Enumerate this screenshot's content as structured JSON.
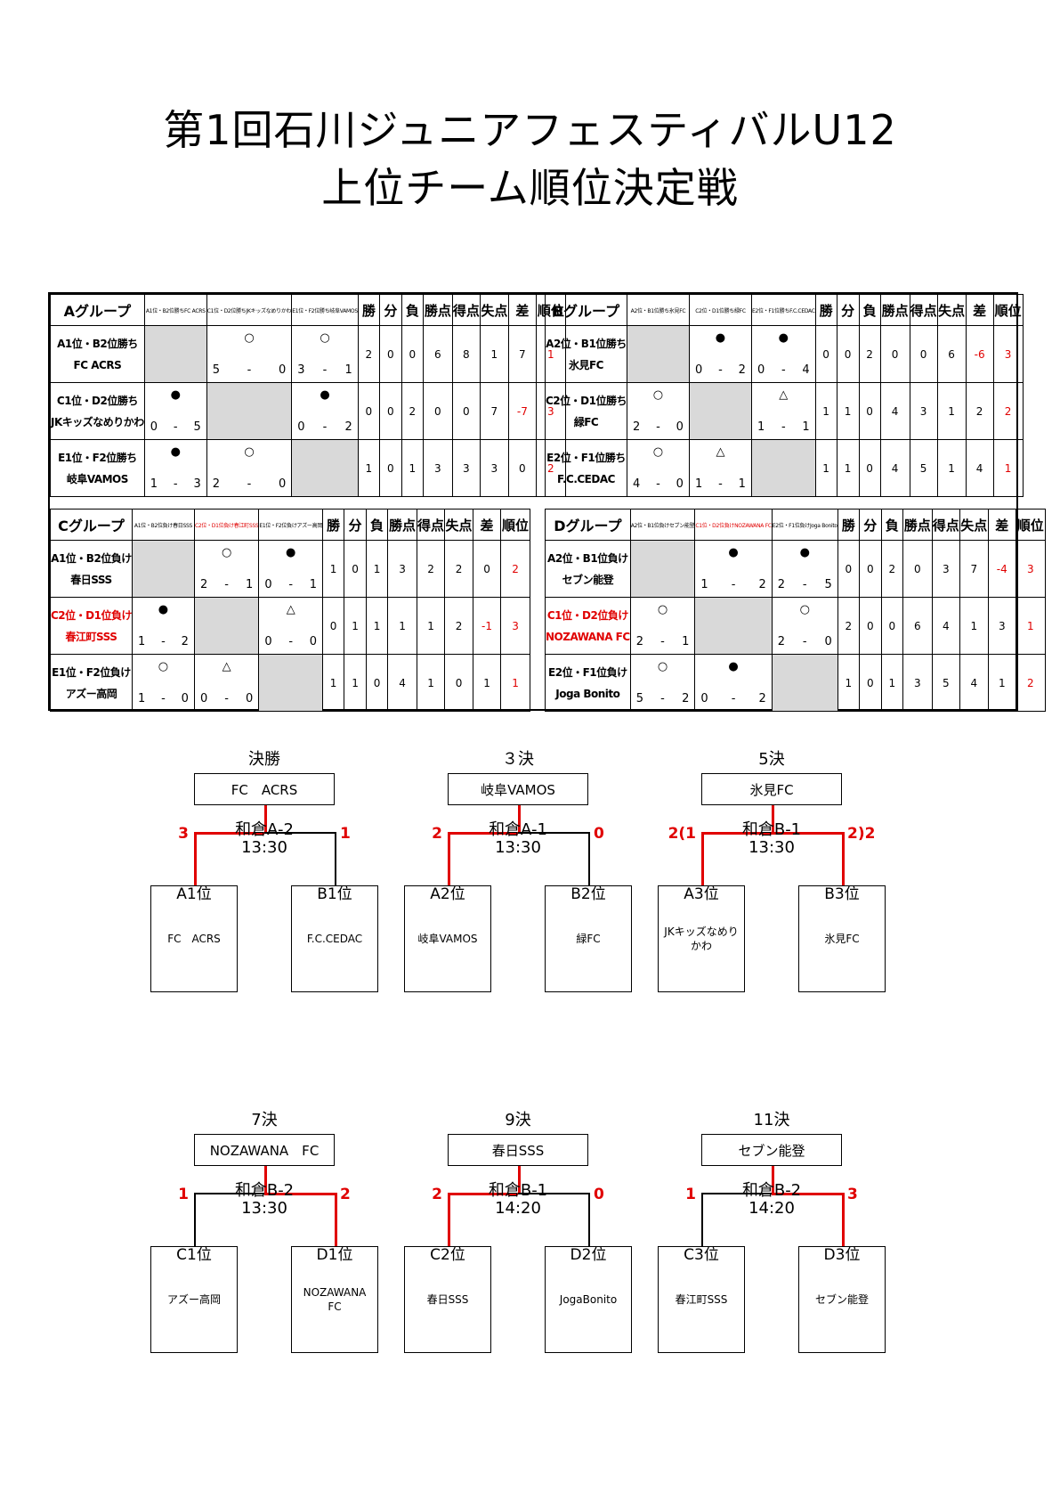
{
  "title": {
    "line1": "第1回石川ジュニアフェスティバルU12",
    "line2": "上位チーム順位決定戦"
  },
  "stat_headers": [
    "勝",
    "分",
    "負",
    "勝点",
    "得点",
    "失点",
    "差",
    "順位"
  ],
  "groups": [
    {
      "name": "Aグループ",
      "opponents": [
        "A1位・B2位勝ちFC ACRS",
        "C1位・D2位勝ちJKキッズなめりかわ",
        "E1位・F2位勝ち岐阜VAMOS"
      ],
      "teams": [
        {
          "label1": "A1位・B2位勝ち",
          "label2": "FC ACRS",
          "name_red": false,
          "results": [
            null,
            {
              "mark": "○",
              "s1": "5",
              "s2": "0"
            },
            {
              "mark": "○",
              "s1": "3",
              "s2": "1"
            }
          ],
          "stats": [
            "2",
            "0",
            "0",
            "6",
            "8",
            "1",
            "7",
            "1"
          ],
          "red_diff": false,
          "red_rank": true
        },
        {
          "label1": "C1位・D2位勝ち",
          "label2": "JKキッズなめりかわ",
          "name_red": false,
          "results": [
            {
              "mark": "●",
              "s1": "0",
              "s2": "5"
            },
            null,
            {
              "mark": "●",
              "s1": "0",
              "s2": "2"
            }
          ],
          "stats": [
            "0",
            "0",
            "2",
            "0",
            "0",
            "7",
            "-7",
            "3"
          ],
          "red_diff": true,
          "red_rank": true
        },
        {
          "label1": "E1位・F2位勝ち",
          "label2": "岐阜VAMOS",
          "name_red": false,
          "results": [
            {
              "mark": "●",
              "s1": "1",
              "s2": "3"
            },
            {
              "mark": "○",
              "s1": "2",
              "s2": "0"
            },
            null
          ],
          "stats": [
            "1",
            "0",
            "1",
            "3",
            "3",
            "3",
            "0",
            "2"
          ],
          "red_diff": false,
          "red_rank": true
        }
      ]
    },
    {
      "name": "Bグループ",
      "opponents": [
        "A2位・B1位勝ち氷見FC",
        "C2位・D1位勝ち緑FC",
        "E2位・F1位勝ちF.C.CEDAC"
      ],
      "teams": [
        {
          "label1": "A2位・B1位勝ち",
          "label2": "氷見FC",
          "name_red": false,
          "results": [
            null,
            {
              "mark": "●",
              "s1": "0",
              "s2": "2"
            },
            {
              "mark": "●",
              "s1": "0",
              "s2": "4"
            }
          ],
          "stats": [
            "0",
            "0",
            "2",
            "0",
            "0",
            "6",
            "-6",
            "3"
          ],
          "red_diff": true,
          "red_rank": true
        },
        {
          "label1": "C2位・D1位勝ち",
          "label2": "緑FC",
          "name_red": false,
          "results": [
            {
              "mark": "○",
              "s1": "2",
              "s2": "0"
            },
            null,
            {
              "mark": "△",
              "s1": "1",
              "s2": "1"
            }
          ],
          "stats": [
            "1",
            "1",
            "0",
            "4",
            "3",
            "1",
            "2",
            "2"
          ],
          "red_diff": false,
          "red_rank": true
        },
        {
          "label1": "E2位・F1位勝ち",
          "label2": "F.C.CEDAC",
          "name_red": false,
          "results": [
            {
              "mark": "○",
              "s1": "4",
              "s2": "0"
            },
            {
              "mark": "△",
              "s1": "1",
              "s2": "1"
            },
            null
          ],
          "stats": [
            "1",
            "1",
            "0",
            "4",
            "5",
            "1",
            "4",
            "1"
          ],
          "red_diff": false,
          "red_rank": true
        }
      ]
    },
    {
      "name": "Cグループ",
      "opponents": [
        "A1位・B2位負け春日SSS",
        "C2位・D1位負け春江町SSS",
        "E1位・F2位負けアズー高岡"
      ],
      "opp_red": [
        false,
        true,
        false
      ],
      "teams": [
        {
          "label1": "A1位・B2位負け",
          "label2": "春日SSS",
          "name_red": false,
          "results": [
            null,
            {
              "mark": "○",
              "s1": "2",
              "s2": "1"
            },
            {
              "mark": "●",
              "s1": "0",
              "s2": "1"
            }
          ],
          "stats": [
            "1",
            "0",
            "1",
            "3",
            "2",
            "2",
            "0",
            "2"
          ],
          "red_diff": false,
          "red_rank": true
        },
        {
          "label1": "C2位・D1位負け",
          "label2": "春江町SSS",
          "name_red": true,
          "results": [
            {
              "mark": "●",
              "s1": "1",
              "s2": "2"
            },
            null,
            {
              "mark": "△",
              "s1": "0",
              "s2": "0"
            }
          ],
          "stats": [
            "0",
            "1",
            "1",
            "1",
            "1",
            "2",
            "-1",
            "3"
          ],
          "red_diff": true,
          "red_rank": true
        },
        {
          "label1": "E1位・F2位負け",
          "label2": "アズー高岡",
          "name_red": false,
          "results": [
            {
              "mark": "○",
              "s1": "1",
              "s2": "0"
            },
            {
              "mark": "△",
              "s1": "0",
              "s2": "0"
            },
            null
          ],
          "stats": [
            "1",
            "1",
            "0",
            "4",
            "1",
            "0",
            "1",
            "1"
          ],
          "red_diff": false,
          "red_rank": true
        }
      ]
    },
    {
      "name": "Dグループ",
      "opponents": [
        "A2位・B1位負けセブン能登",
        "C1位・D2位負けNOZAWANA FC",
        "E2位・F1位負けJoga Bonito"
      ],
      "opp_red": [
        false,
        true,
        false
      ],
      "teams": [
        {
          "label1": "A2位・B1位負け",
          "label2": "セブン能登",
          "name_red": false,
          "results": [
            null,
            {
              "mark": "●",
              "s1": "1",
              "s2": "2"
            },
            {
              "mark": "●",
              "s1": "2",
              "s2": "5"
            }
          ],
          "stats": [
            "0",
            "0",
            "2",
            "0",
            "3",
            "7",
            "-4",
            "3"
          ],
          "red_diff": true,
          "red_rank": true
        },
        {
          "label1": "C1位・D2位負け",
          "label2": "NOZAWANA FC",
          "name_red": true,
          "results": [
            {
              "mark": "○",
              "s1": "2",
              "s2": "1"
            },
            null,
            {
              "mark": "○",
              "s1": "2",
              "s2": "0"
            }
          ],
          "stats": [
            "2",
            "0",
            "0",
            "6",
            "4",
            "1",
            "3",
            "1"
          ],
          "red_diff": false,
          "red_rank": true
        },
        {
          "label1": "E2位・F1位負け",
          "label2": "Joga Bonito",
          "name_red": false,
          "results": [
            {
              "mark": "○",
              "s1": "5",
              "s2": "2"
            },
            {
              "mark": "●",
              "s1": "0",
              "s2": "2"
            },
            null
          ],
          "stats": [
            "1",
            "0",
            "1",
            "3",
            "5",
            "4",
            "1",
            "2"
          ],
          "red_diff": false,
          "red_rank": true
        }
      ]
    }
  ],
  "matches": [
    {
      "title": "決勝",
      "winner": "FC　ACRS",
      "venue": "和倉A-2",
      "time": "13:30",
      "left_score": "3",
      "right_score": "1",
      "win_side": "left",
      "left": {
        "pos": "A1位",
        "team": "FC　ACRS"
      },
      "right": {
        "pos": "B1位",
        "team": "F.C.CEDAC"
      }
    },
    {
      "title": "３決",
      "winner": "岐阜VAMOS",
      "venue": "和倉A-1",
      "time": "13:30",
      "left_score": "2",
      "right_score": "0",
      "win_side": "left",
      "left": {
        "pos": "A2位",
        "team": "岐阜VAMOS"
      },
      "right": {
        "pos": "B2位",
        "team": "緑FC"
      }
    },
    {
      "title": "5決",
      "winner": "氷見FC",
      "venue": "和倉B-1",
      "time": "13:30",
      "left_score": "2(1",
      "right_score": "2)2",
      "win_side": "both",
      "left": {
        "pos": "A3位",
        "team": "JKキッズなめりかわ"
      },
      "right": {
        "pos": "B3位",
        "team": "氷見FC"
      }
    },
    {
      "title": "7決",
      "winner": "NOZAWANA　FC",
      "venue": "和倉B-2",
      "time": "13:30",
      "left_score": "1",
      "right_score": "2",
      "win_side": "right",
      "left": {
        "pos": "C1位",
        "team": "アズー高岡"
      },
      "right": {
        "pos": "D1位",
        "team": "NOZAWANA\nFC"
      }
    },
    {
      "title": "9決",
      "winner": "春日SSS",
      "venue": "和倉B-1",
      "time": "14:20",
      "left_score": "2",
      "right_score": "0",
      "win_side": "left",
      "left": {
        "pos": "C2位",
        "team": "春日SSS"
      },
      "right": {
        "pos": "D2位",
        "team": "JogaBonito"
      }
    },
    {
      "title": "11決",
      "winner": "セブン能登",
      "venue": "和倉B-2",
      "time": "14:20",
      "left_score": "1",
      "right_score": "3",
      "win_side": "right",
      "left": {
        "pos": "C3位",
        "team": "春江町SSS"
      },
      "right": {
        "pos": "D3位",
        "team": "セブン能登"
      }
    }
  ],
  "colors": {
    "accent_red": "#e00000",
    "self_cell": "#d9d9d9"
  }
}
